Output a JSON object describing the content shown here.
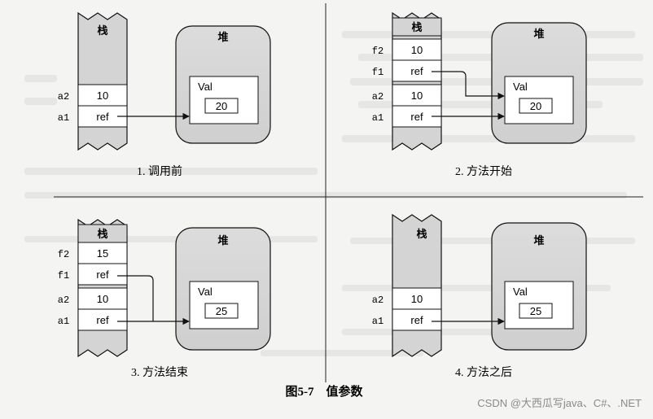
{
  "panels": [
    {
      "caption": "1. 调用前",
      "stack_title": "栈",
      "heap_title": "堆",
      "val_label": "Val",
      "val": "20",
      "rows": [
        {
          "name": "a2",
          "value": "10"
        },
        {
          "name": "a1",
          "value": "ref"
        }
      ]
    },
    {
      "caption": "2. 方法开始",
      "stack_title": "栈",
      "heap_title": "堆",
      "val_label": "Val",
      "val": "20",
      "rows": [
        {
          "name": "f2",
          "value": "10"
        },
        {
          "name": "f1",
          "value": "ref"
        },
        {
          "name": "a2",
          "value": "10"
        },
        {
          "name": "a1",
          "value": "ref"
        }
      ]
    },
    {
      "caption": "3. 方法结束",
      "stack_title": "栈",
      "heap_title": "堆",
      "val_label": "Val",
      "val": "25",
      "rows": [
        {
          "name": "f2",
          "value": "15"
        },
        {
          "name": "f1",
          "value": "ref"
        },
        {
          "name": "a2",
          "value": "10"
        },
        {
          "name": "a1",
          "value": "ref"
        }
      ]
    },
    {
      "caption": "4. 方法之后",
      "stack_title": "栈",
      "heap_title": "堆",
      "val_label": "Val",
      "val": "25",
      "rows": [
        {
          "name": "a2",
          "value": "10"
        },
        {
          "name": "a1",
          "value": "ref"
        }
      ]
    }
  ],
  "figure_caption": "图5-7    值参数",
  "watermark": "CSDN @大西瓜写java、C#、.NET"
}
